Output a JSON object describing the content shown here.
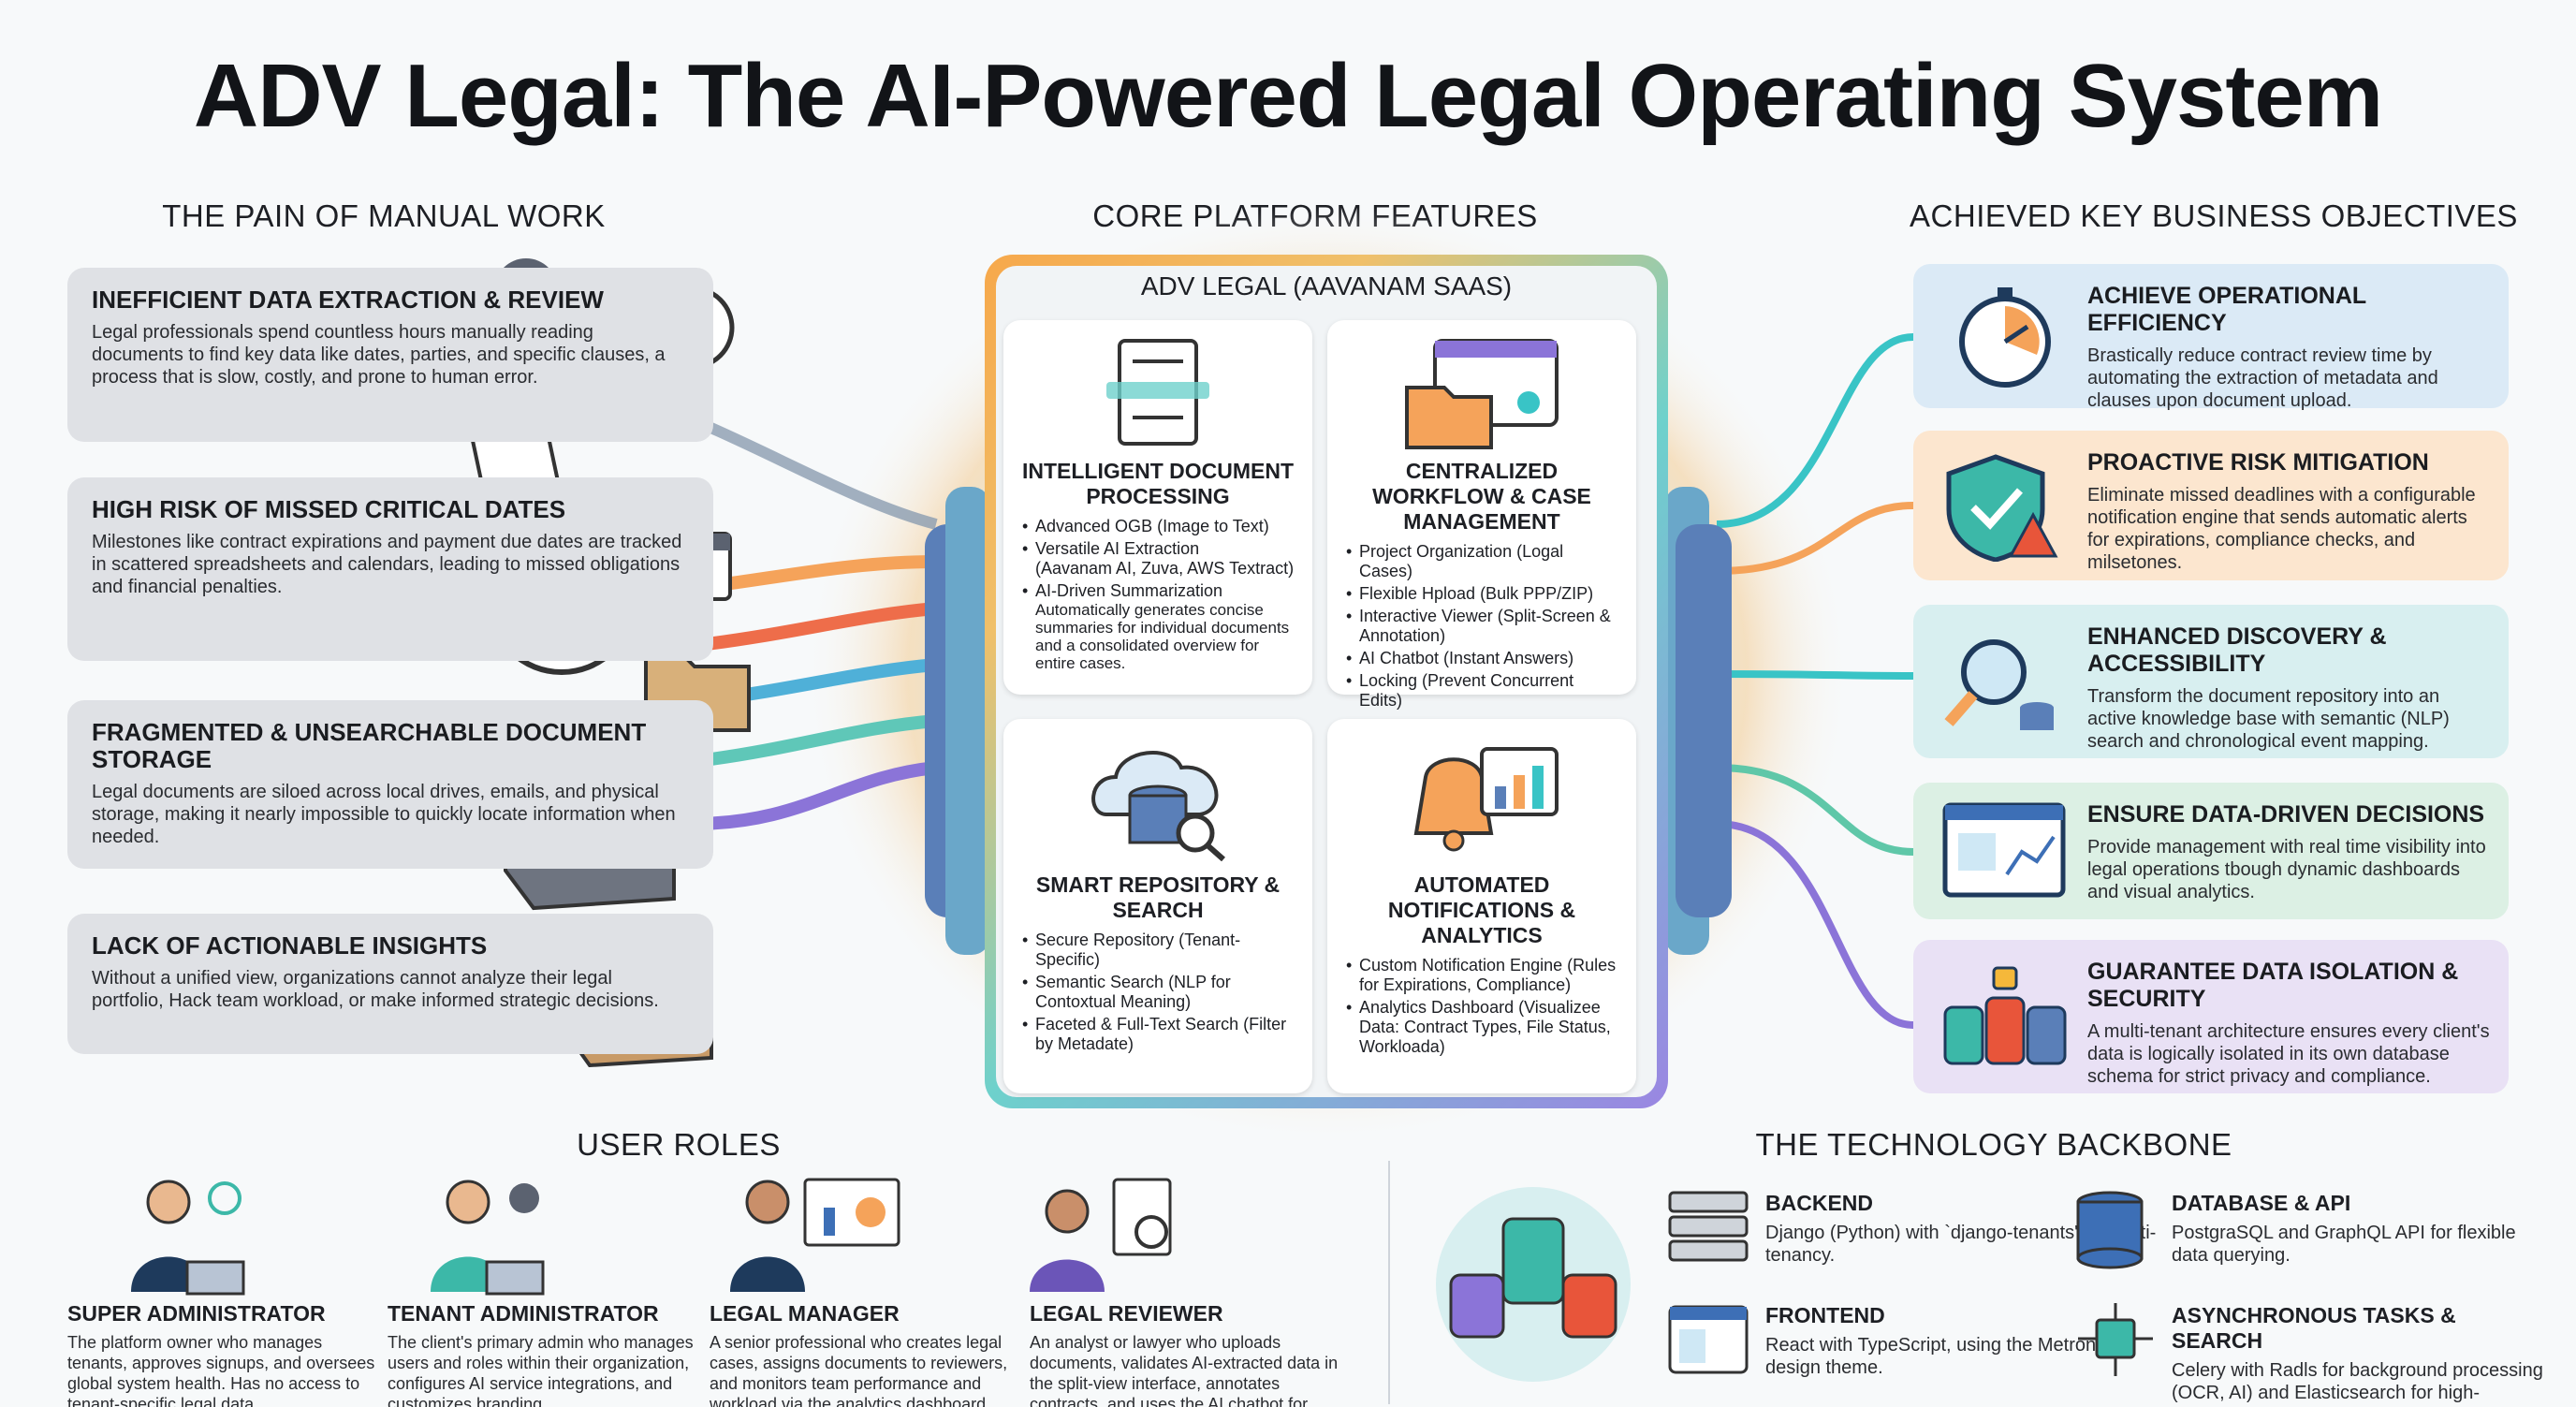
{
  "title": "ADV Legal: The AI-Powered Legal Operating System",
  "sections": {
    "pain": "THE PAIN OF MANUAL WORK",
    "core": "CORE PLATFORM FEATURES",
    "objectives": "ACHIEVED KEY BUSINESS OBJECTIVES",
    "roles": "USER ROLES",
    "tech": "THE TECHNOLOGY BACKBONE"
  },
  "pain_cards": [
    {
      "title": "INEFFICIENT DATA EXTRACTION & REVIEW",
      "text": "Legal professionals spend countless hours manually reading documents to find key data like dates, parties, and specific clauses, a process that is slow, costly, and prone to human error."
    },
    {
      "title": "HIGH RISK OF MISSED CRITICAL DATES",
      "text": "Milestones like contract expirations and payment due dates are tracked in scattered spreadsheets and calendars, leading to missed obligations and financial penalties."
    },
    {
      "title": "FRAGMENTED & UNSEARCHABLE DOCUMENT STORAGE",
      "text": "Legal documents are siloed across local drives, emails, and physical storage, making it nearly impossible to quickly locate information when needed."
    },
    {
      "title": "LACK OF ACTIONABLE INSIGHTS",
      "text": "Without a unified view, organizations cannot analyze their legal portfolio, Hack team workload, or make informed strategic decisions."
    }
  ],
  "core": {
    "header": "ADV LEGAL (AAVANAM SAAS)",
    "features": [
      {
        "title": "INTELLIGENT DOCUMENT PROCESSING",
        "items": [
          "Advanced OGB (Image to Text)",
          "Versatile AI Extraction",
          "AI-Driven Summarization"
        ],
        "subs": [
          "",
          "(Aavanam AI, Zuva, AWS Textract)",
          "Automatically generates concise summaries for individual documents and a consolidated overview for entire cases."
        ]
      },
      {
        "title": "CENTRALIZED WORKFLOW & CASE MANAGEMENT",
        "items": [
          "Project Organization (Logal Cases)",
          "Flexible Hpload (Bulk PPP/ZIP)",
          "Interactive Viewer (Split-Screen & Annotation)",
          "AI Chatbot (Instant Answers)",
          "Locking (Prevent Concurrent Edits)"
        ]
      },
      {
        "title": "SMART REPOSITORY & SEARCH",
        "items": [
          "Secure Repository (Tenant-Specific)",
          "Semantic Search (NLP for Contoxtual Meaning)",
          "Faceted & Full-Text Search (Filter by Metadate)"
        ]
      },
      {
        "title": "AUTOMATED NOTIFICATIONS & ANALYTICS",
        "items": [
          "Custom Notification Engine (Rules for Expirations, Compliance)",
          "Analytics Dashboard (Visualizee Data: Contract Types, File Status, Workloada)"
        ]
      }
    ]
  },
  "objectives": [
    {
      "title": "ACHIEVE OPERATIONAL EFFICIENCY",
      "text": "Brastically reduce contract review time by automating the extraction of metadata and clauses upon document upload.",
      "color": "#dbeaf6"
    },
    {
      "title": "PROACTIVE RISK MITIGATION",
      "text": "Eliminate missed deadlines with a configurable notification engine that sends automatic alerts for expirations, compliance checks, and milsetones.",
      "color": "#fce6cf"
    },
    {
      "title": "ENHANCED DISCOVERY & ACCESSIBILITY",
      "text": "Transform the document repository into an active knowledge base with semantic (NLP) search and chronological event mapping.",
      "color": "#d8eff0"
    },
    {
      "title": "ENSURE DATA-DRIVEN DECISIONS",
      "text": "Provide management with real time visibility into legal operations tbough dynamic dashboards and visual analytics.",
      "color": "#dcf0e4"
    },
    {
      "title": "GUARANTEE DATA ISOLATION & SECURITY",
      "text": "A multi-tenant architecture ensures every client's data is logically isolated in its own database schema for strict privacy and compliance.",
      "color": "#e9e1f5"
    }
  ],
  "roles": [
    {
      "title": "SUPER ADMINISTRATOR",
      "text": "The platform owner who manages tenants, approves signups, and oversees global system health. Has no access to tenant-specific legal data."
    },
    {
      "title": "TENANT ADMINISTRATOR",
      "text": "The client's primary admin who manages users and roles within their organization, configures AI service integrations, and customizes branding."
    },
    {
      "title": "LEGAL MANAGER",
      "text": "A senior professional who creates legal cases, assigns documents to reviewers, and monitors team performance and workload via the analytics dashboard."
    },
    {
      "title": "LEGAL REVIEWER",
      "text": "An analyst or lawyer who uploads documents, validates AI-extracted data in the split-view interface, annotates contracts, and uses the AI chatbot for queries."
    }
  ],
  "tech": [
    {
      "title": "BACKEND",
      "text": "Django (Python) with `django-tenants' for multi-tenancy."
    },
    {
      "title": "DATABASE & API",
      "text": "PostgraSQL and GraphQL API for flexible data querying."
    },
    {
      "title": "FRONTEND",
      "text": "React with TypeScript, using the Metronic design theme."
    },
    {
      "title": "ASYNCHRONOUS TASKS & SEARCH",
      "text": "Celery with Radls for background processing (OCR, AI) and Elasticsearch for high-performance search."
    }
  ]
}
